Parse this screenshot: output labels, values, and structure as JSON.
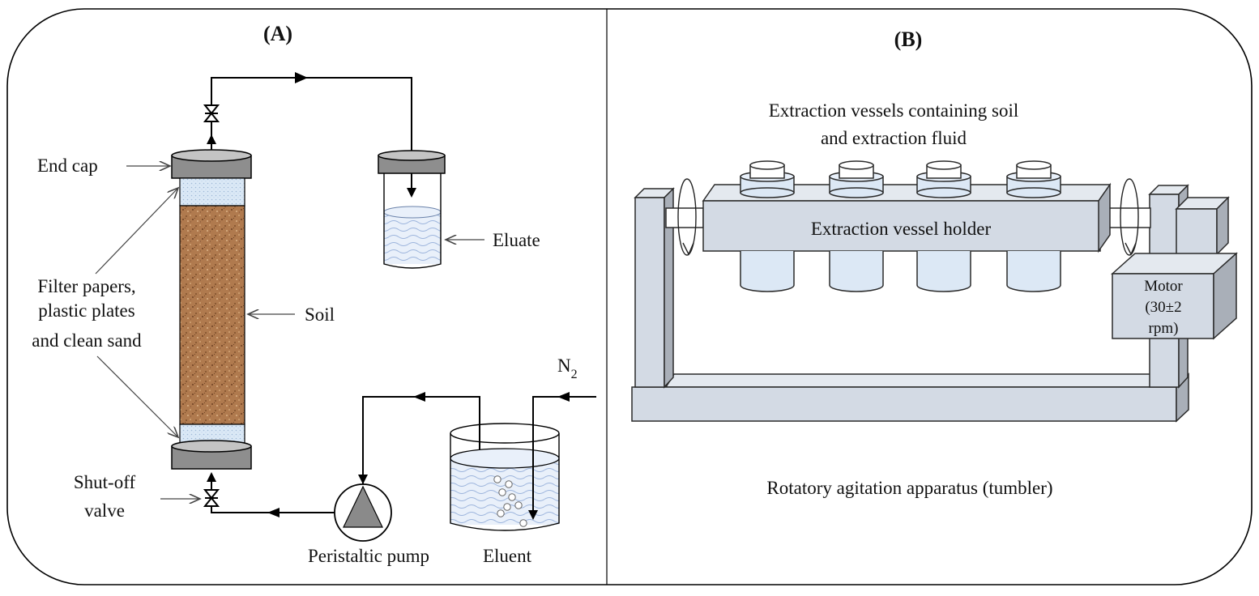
{
  "panel_a": {
    "title": "(A)",
    "labels": {
      "end_cap": "End cap",
      "filter_line1": "Filter papers,",
      "filter_line2": "plastic plates",
      "filter_line3": "and clean sand",
      "soil": "Soil",
      "shutoff_line1": "Shut-off",
      "shutoff_line2": "valve",
      "eluate": "Eluate",
      "n2_main": "N",
      "n2_sub": "2",
      "pump": "Peristaltic pump",
      "eluent": "Eluent"
    }
  },
  "panel_b": {
    "title": "(B)",
    "labels": {
      "vessels_line1": "Extraction vessels containing soil",
      "vessels_line2": "and extraction fluid",
      "holder": "Extraction vessel holder",
      "motor_line1": "Motor",
      "motor_line2": "(30±2",
      "motor_line3": "rpm)",
      "apparatus": "Rotatory agitation apparatus (tumbler)"
    }
  },
  "colors": {
    "soil": "#b07a4e",
    "end_cap": "#8e8e8e",
    "filter_zone": "#dbe9f6",
    "liquid": "#e3ecf8",
    "wave": "#9db5dd",
    "frame": "#d3dae4",
    "frame_side": "#a9afb8",
    "vessel": "#dce8f5"
  }
}
